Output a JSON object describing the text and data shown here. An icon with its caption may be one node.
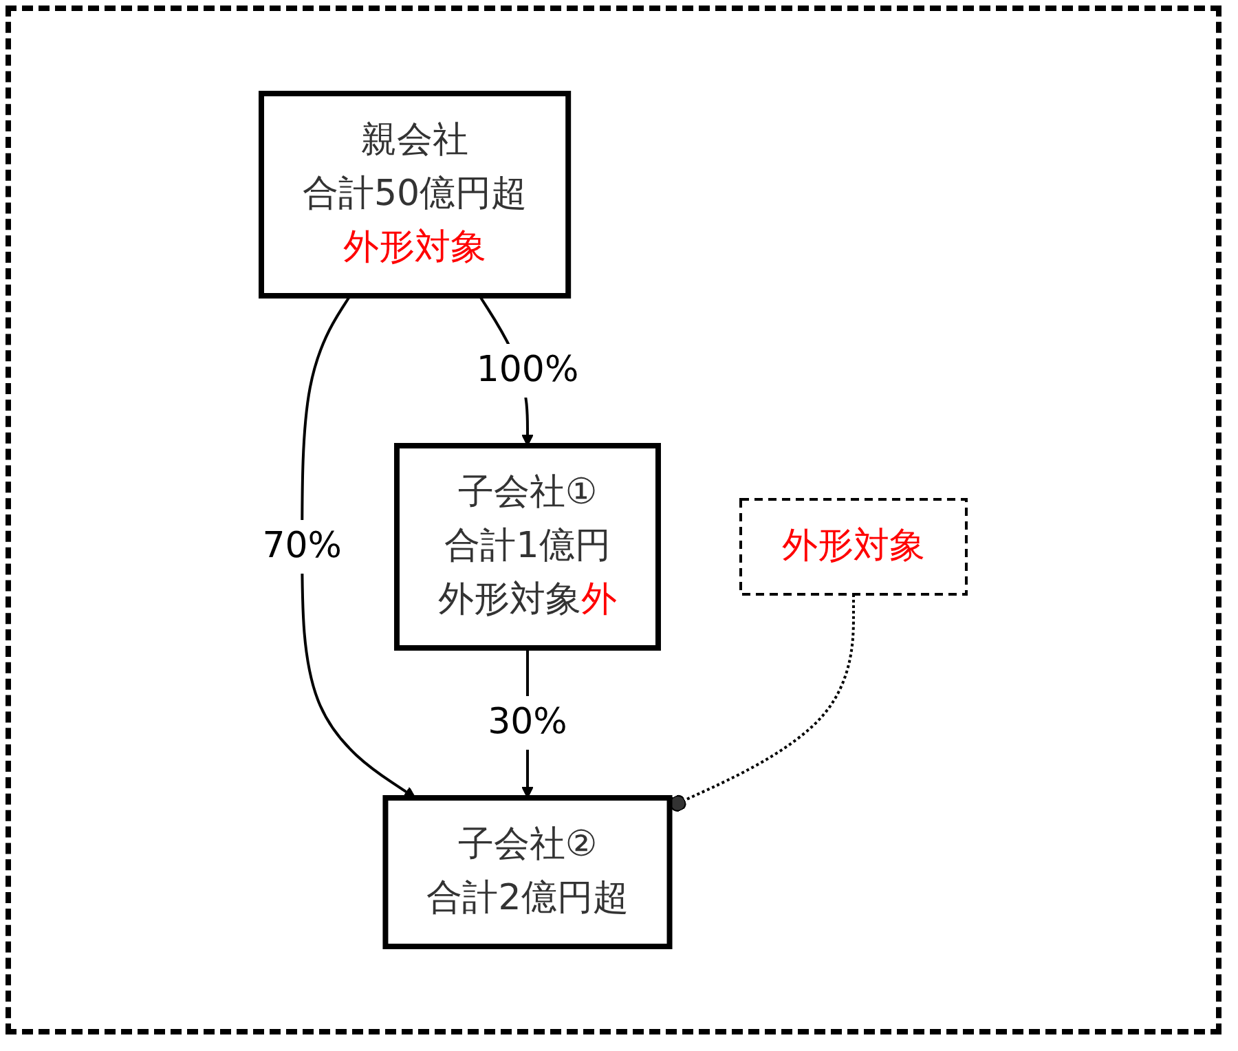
{
  "diagram": {
    "nodes": [
      {
        "text": [
          "親会社",
          "合計50億円超",
          "外形対象"
        ]
      },
      {
        "text": [
          "子会社①",
          "合計1億円",
          "外形対象外"
        ]
      },
      {
        "text": [
          "子会社②",
          "合計2億円超"
        ]
      },
      {
        "text": [
          "外形対象"
        ]
      }
    ],
    "edges": [
      {
        "from": 0,
        "to": 1,
        "arrow": "to",
        "label": "100%"
      },
      {
        "from": 0,
        "to": 2,
        "arrow": "to",
        "label": "70%"
      },
      {
        "from": 1,
        "to": 2,
        "arrow": "to",
        "label": "30%"
      },
      {
        "from": 3,
        "to": 2,
        "arrow": "other",
        "style": "dashed"
      }
    ]
  }
}
